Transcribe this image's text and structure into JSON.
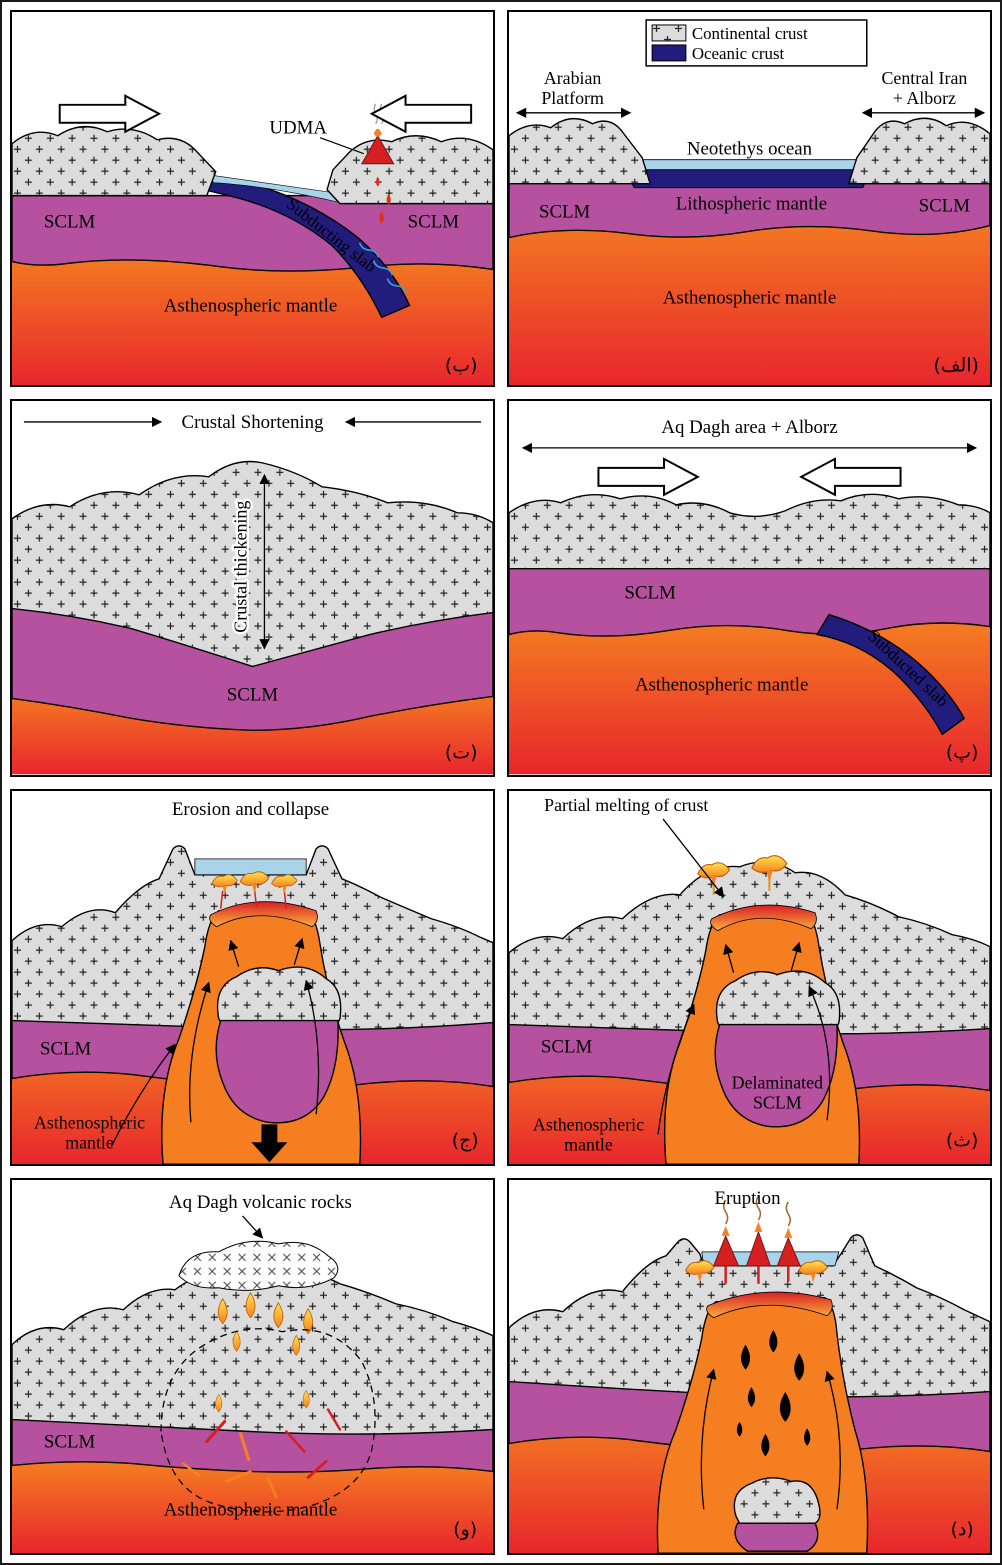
{
  "colors": {
    "continental_crust": "#dcdcdc",
    "oceanic_crust": "#221c7d",
    "sclm": "#b5519e",
    "asthenosphere_top": "#f58220",
    "asthenosphere_bottom": "#e8262d",
    "water": "#a9d3e9",
    "melt": "#ffc20e"
  },
  "panels": {
    "alef": {
      "label": "(الف)",
      "legend_continental": "Continental crust",
      "legend_oceanic": "Oceanic crust",
      "arabian_line1": "Arabian",
      "arabian_line2": "Platform",
      "central_line1": "Central Iran",
      "central_line2": "+ Alborz",
      "neotethys": "Neotethys ocean",
      "lith_mantle": "Lithospheric mantle",
      "sclm_left": "SCLM",
      "sclm_right": "SCLM",
      "asthenosphere": "Asthenospheric mantle"
    },
    "be": {
      "label": "(ب)",
      "udma": "UDMA",
      "slab_label": "Subducting slab",
      "sclm_left": "SCLM",
      "sclm_right": "SCLM",
      "asthenosphere": "Asthenospheric mantle"
    },
    "pe": {
      "label": "(پ)",
      "title": "Aq Dagh area + Alborz",
      "sclm": "SCLM",
      "slab_label": "Subducted slab",
      "asthenosphere": "Asthenospheric mantle"
    },
    "te": {
      "label": "(ت)",
      "shortening": "Crustal Shortening",
      "thickening": "Crustal thickening",
      "sclm": "SCLM"
    },
    "se": {
      "label": "(ث)",
      "partial_melting": "Partial melting of crust",
      "sclm": "SCLM",
      "delaminated_line1": "Delaminated",
      "delaminated_line2": "SCLM",
      "asthenosphere_line1": "Asthenospheric",
      "asthenosphere_line2": "mantle"
    },
    "jim": {
      "label": "(ج)",
      "erosion": "Erosion and collapse",
      "sclm": "SCLM",
      "asthenosphere_line1": "Asthenospheric",
      "asthenosphere_line2": "mantle"
    },
    "dal": {
      "label": "(د)",
      "eruption": "Eruption"
    },
    "waw": {
      "label": "(و)",
      "volcanic_rocks": "Aq Dagh volcanic rocks",
      "sclm": "SCLM",
      "asthenosphere": "Asthenospheric mantle"
    }
  }
}
